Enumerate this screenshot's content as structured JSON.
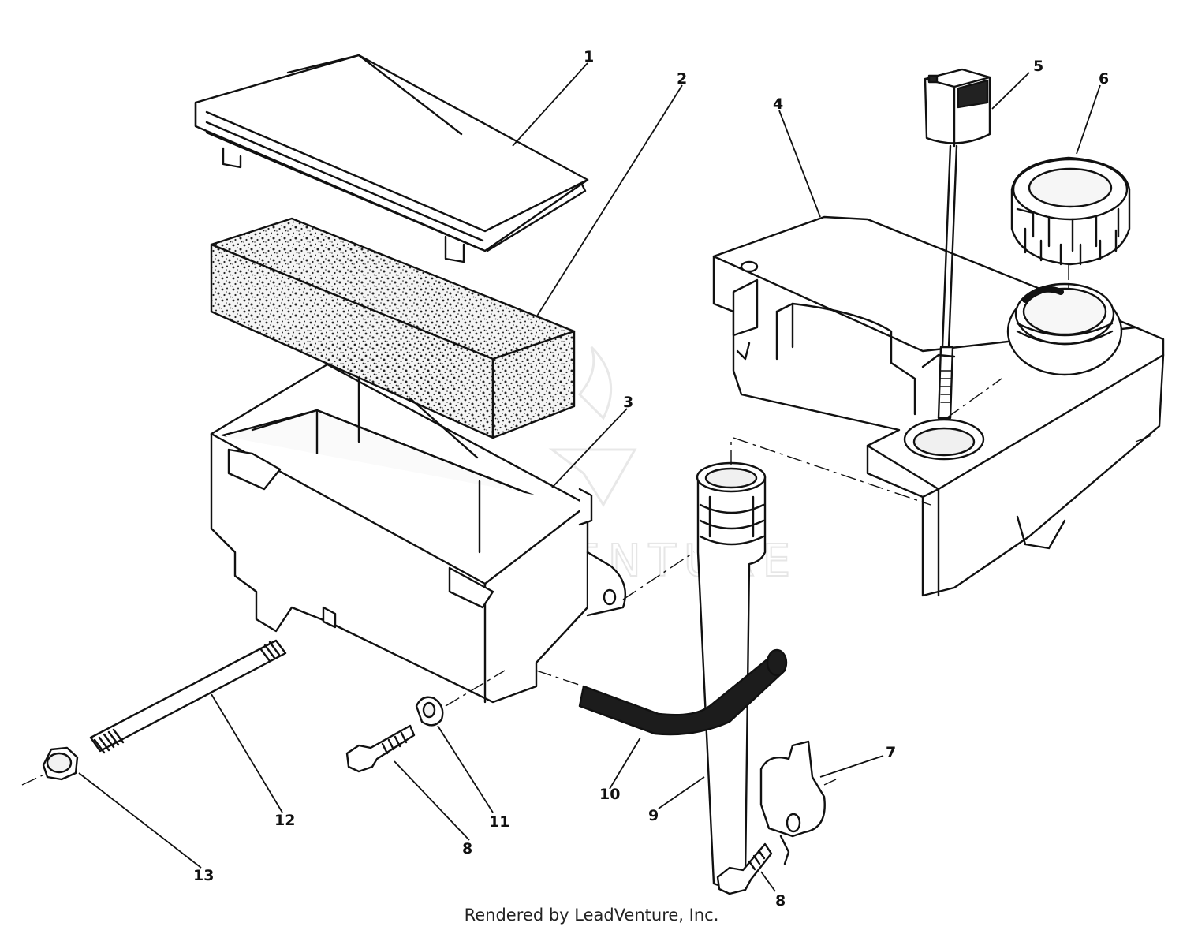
{
  "watermark": "LEADVENTURE",
  "callouts": [
    {
      "id": "c1",
      "label": "1"
    },
    {
      "id": "c2",
      "label": "2"
    },
    {
      "id": "c3",
      "label": "3"
    },
    {
      "id": "c4",
      "label": "4"
    },
    {
      "id": "c5",
      "label": "5"
    },
    {
      "id": "c6",
      "label": "6"
    },
    {
      "id": "c7",
      "label": "7"
    },
    {
      "id": "c8a",
      "label": "8"
    },
    {
      "id": "c8b",
      "label": "8"
    },
    {
      "id": "c9",
      "label": "9"
    },
    {
      "id": "c10",
      "label": "10"
    },
    {
      "id": "c11",
      "label": "11"
    },
    {
      "id": "c12",
      "label": "12"
    },
    {
      "id": "c13",
      "label": "13"
    }
  ],
  "footer": "Rendered by LeadVenture, Inc."
}
